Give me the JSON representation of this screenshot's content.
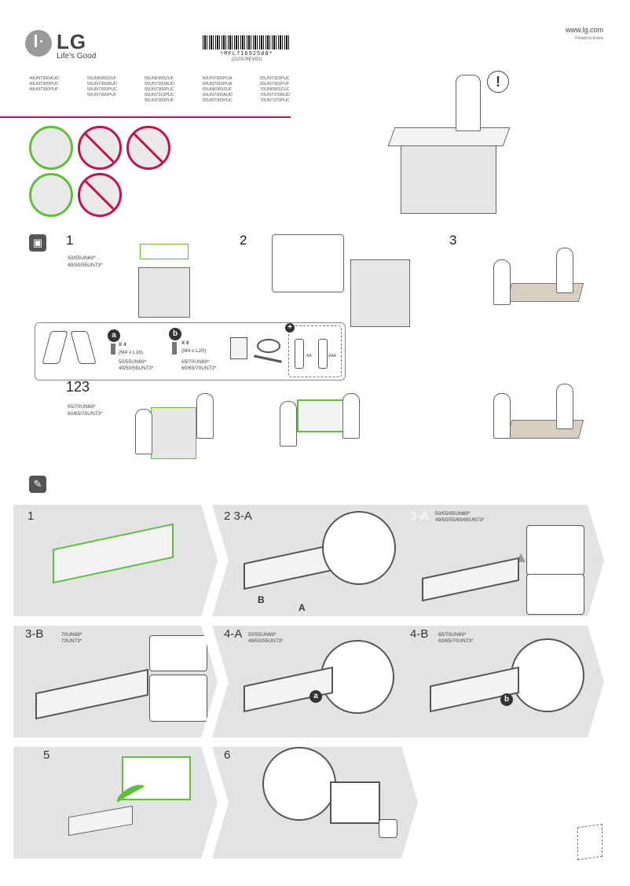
{
  "header": {
    "brand": "LG",
    "slogan": "Life's Good",
    "barcode_text": "*MFL71692508*",
    "revision": "(2103-REV02)",
    "url": "www.lg.com",
    "printed": "Printed in Korea"
  },
  "models": [
    [
      "49UN7300AUD",
      "49UN7300PUC",
      "49UN7300PUF"
    ],
    [
      "50UN6955ZUF",
      "50UN7300AUD",
      "50UN7300PUC",
      "50UN7300PUF"
    ],
    [
      "55UN6955ZUF",
      "55UN7300AUD",
      "55UN7300PUC",
      "55UN7310PUC",
      "55UN7300PUF"
    ],
    [
      "60UN7300PUA",
      "60UN7310PUA",
      "65UN6955ZUF",
      "65UN7300AUD",
      "65UN7300PUC"
    ],
    [
      "65UN7310PUC",
      "65UN7300PUF",
      "70UN6955ZUC",
      "70UN7370AUD",
      "70UN7370PUC"
    ]
  ],
  "unpack": {
    "step1": "1",
    "step1_models_a": "50/55UN69*",
    "step1_models_b": "49/50/55UN73*",
    "step2": "2",
    "step3": "3",
    "step123": "123",
    "step123_models_a": "65/70UN69*",
    "step123_models_b": "60/65/70UN73*"
  },
  "parts": {
    "a_badge": "a",
    "a_qty": "X 4",
    "a_spec": "(M4 x L16)",
    "a_models_1": "50/55UN69*",
    "a_models_2": "49/50/55UN73*",
    "b_badge": "b",
    "b_qty": "X 6",
    "b_spec": "(M4 x L20)",
    "b_models_1": "65/70UN69*",
    "b_models_2": "60/65/70UN73*",
    "plus": "+",
    "battery_a": "AA",
    "battery_b": "AAA"
  },
  "assembly": {
    "p1": "1",
    "p2": "2 3-A",
    "p2_label_a": "A",
    "p2_label_b": "B",
    "p3": "3-A",
    "p3_models_1": "50/55/65UN69*",
    "p3_models_2": "49/50/55/60/65UN73*",
    "p4": "3-B",
    "p4_models_1": "70UN69*",
    "p4_models_2": "70UN73*",
    "p5": "4-A",
    "p5_models_1": "50/55UN69*",
    "p5_models_2": "49/50/55UN73*",
    "p5_badge": "a",
    "p6": "4-B",
    "p6_models_1": "65/70UN69*",
    "p6_models_2": "60/65/70UN73*",
    "p6_badge": "b",
    "p7": "5",
    "p8": "6"
  },
  "colors": {
    "accent_green": "#5fbf3a",
    "accent_red": "#c3154a",
    "panel_grey": "#e3e3e3"
  }
}
